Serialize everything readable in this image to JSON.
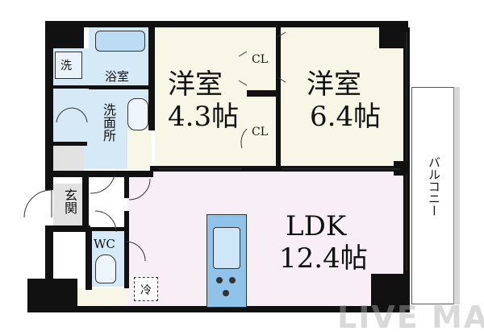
{
  "plan": {
    "rooms": {
      "western_room_a": {
        "name": "洋室",
        "size": "4.3帖"
      },
      "western_room_b": {
        "name": "洋室",
        "size": "6.4帖"
      },
      "ldk": {
        "name": "LDK",
        "size": "12.4帖"
      },
      "bath": {
        "name": "浴室"
      },
      "washroom": {
        "name": "洗面所"
      },
      "entrance": {
        "name": "玄関"
      },
      "toilet": {
        "name": "WC"
      },
      "balcony": {
        "name": "バルコニー"
      }
    },
    "closets": {
      "upper": "CL",
      "lower": "CL"
    },
    "laundry_label": "洗",
    "fridge_label": "冷",
    "watermark": "LIVE MA"
  },
  "colors": {
    "cream": "#f8f6e6",
    "blue": "#d6e9f7",
    "pink": "#f7eef6",
    "kitchen": "#8fc3ea",
    "wall": "#111111"
  }
}
